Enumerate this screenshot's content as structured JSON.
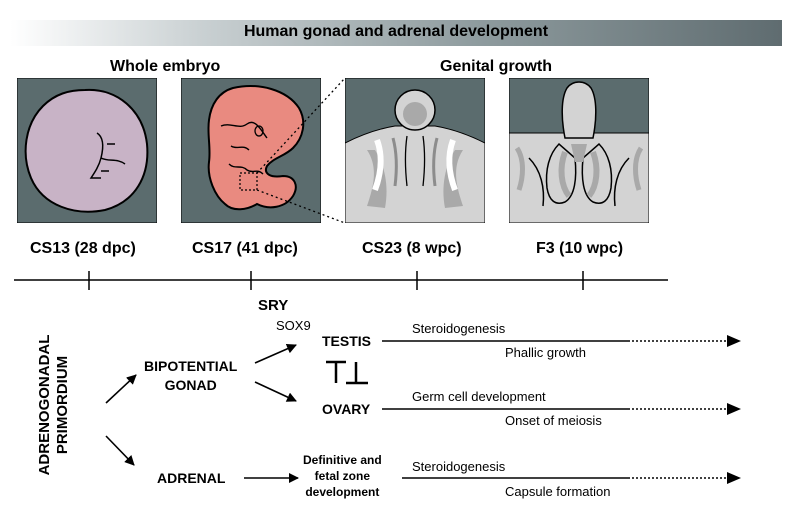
{
  "title": "Human gonad and adrenal development",
  "sections": {
    "whole_embryo": "Whole embryo",
    "genital_growth": "Genital growth"
  },
  "stages": [
    "CS13 (28 dpc)",
    "CS17 (41 dpc)",
    "CS23 (8 wpc)",
    "F3 (10 wpc)"
  ],
  "primordium": [
    "ADRENOGONADAL",
    "PRIMORDIUM"
  ],
  "bipotential": [
    "BIPOTENTIAL",
    "GONAD"
  ],
  "adrenal": "ADRENAL",
  "sry": "SRY",
  "sox9": "SOX9",
  "testis": "TESTIS",
  "ovary": "OVARY",
  "definitive": [
    "Definitive and",
    "fetal zone",
    "development"
  ],
  "testis_events": [
    "Steroidogenesis",
    "Phallic growth"
  ],
  "ovary_events": [
    "Germ cell development",
    "Onset of meiosis"
  ],
  "adrenal_events": [
    "Steroidogenesis",
    "Capsule formation"
  ],
  "colors": {
    "panel_bg": "#5b6c6e",
    "embryo1": "#c8b3c6",
    "embryo2": "#e98a80",
    "genital_light": "#d3d3d3",
    "genital_mid": "#a9a9a9",
    "genital_dark": "#8c8c8c"
  }
}
